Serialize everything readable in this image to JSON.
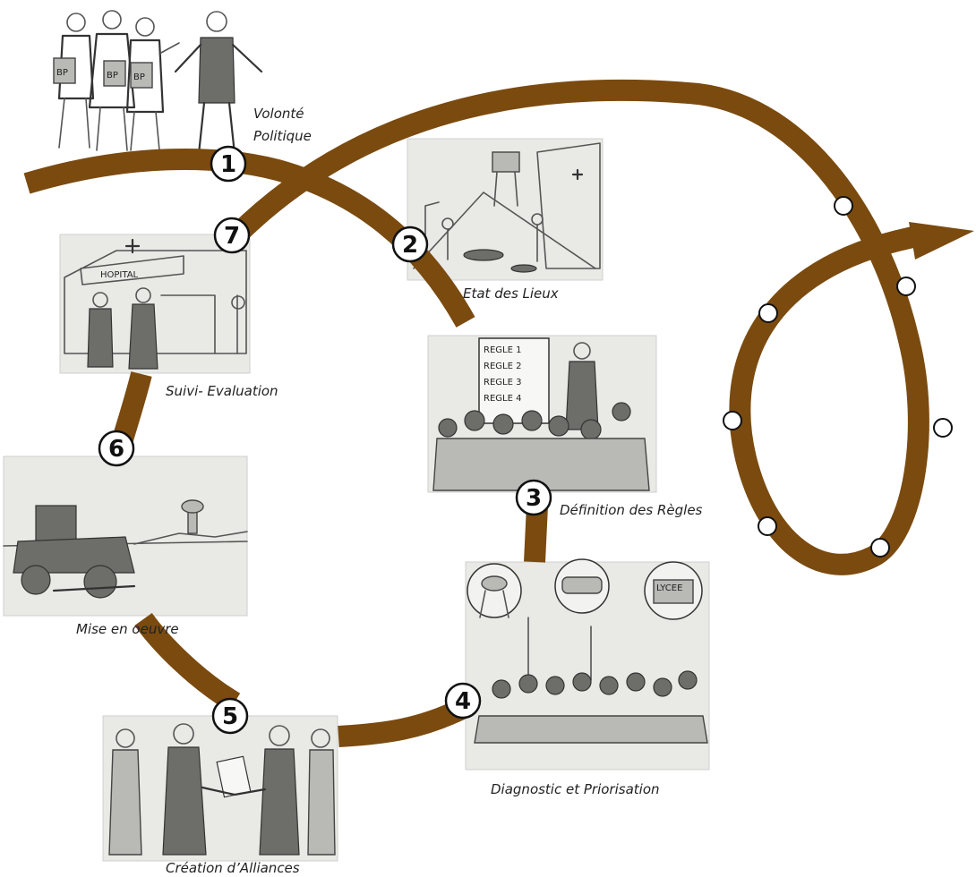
{
  "accent_color": "#7a4a0f",
  "steps": [
    {
      "number": "1",
      "label_line1": "Volonté",
      "label_line2": "Politique"
    },
    {
      "number": "2",
      "label": "Etat des Lieux"
    },
    {
      "number": "3",
      "label": "Définition des Règles"
    },
    {
      "number": "4",
      "label": "Diagnostic et Priorisation"
    },
    {
      "number": "5",
      "label": "Création d’Alliances"
    },
    {
      "number": "6",
      "label": "Mise en oeuvre"
    },
    {
      "number": "7",
      "label": "Suivi- Evaluation"
    }
  ],
  "illustration_text": {
    "bp_badge": "BP",
    "hospital_sign": "HOPITAL",
    "rules": [
      "REGLE 1",
      "REGLE 2",
      "REGLE 3",
      "REGLE 4"
    ],
    "lycee_sign": "LYCEE"
  }
}
